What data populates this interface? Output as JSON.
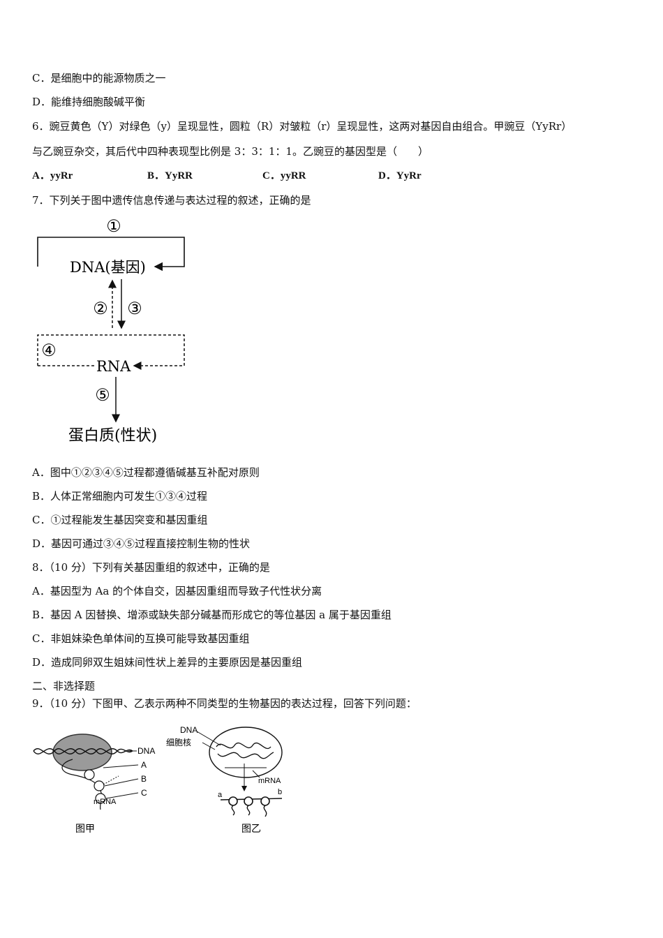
{
  "q5": {
    "c": "C．是细胞中的能源物质之一",
    "d": "D．能维持细胞酸碱平衡"
  },
  "q6": {
    "line1": "6．豌豆黄色（Y）对绿色（y）呈现显性，圆粒（R）对皱粒（r）呈现显性，这两对基因自由组合。甲豌豆（YyRr）",
    "line2": "与乙豌豆杂交，其后代中四种表现型比例是 3：3：1：1。乙豌豆的基因型是（　　）",
    "options": [
      "A．yyRr",
      "B．YyRR",
      "C．yyRR",
      "D．YyRr"
    ]
  },
  "q7": {
    "stem": "7．下列关于图中遗传信息传递与表达过程的叙述，正确的是",
    "diagram": {
      "n1": "①",
      "n2": "②",
      "n3": "③",
      "n4": "④",
      "n5": "⑤",
      "dna": "DNA(基因)",
      "rna": "RNA",
      "protein": "蛋白质(性状)"
    },
    "a": "A．图中①②③④⑤过程都遵循碱基互补配对原则",
    "b": "B．人体正常细胞内可发生①③④过程",
    "c": "C．①过程能发生基因突变和基因重组",
    "d": "D．基因可通过③④⑤过程直接控制生物的性状"
  },
  "q8": {
    "stem": "8．（10 分）下列有关基因重组的叙述中，正确的是",
    "a": "A．基因型为 Aa 的个体自交，因基因重组而导致子代性状分离",
    "b": "B．基因 A 因替换、增添或缺失部分碱基而形成它的等位基因 a 属于基因重组",
    "c": "C．非姐妹染色单体间的互换可能导致基因重组",
    "d": "D．造成同卵双生姐妹间性状上差异的主要原因是基因重组"
  },
  "section2": "二、非选择题",
  "q9": {
    "stem": "9．（10 分）下图甲、乙表示两种不同类型的生物基因的表达过程，回答下列问题：",
    "figA": {
      "dna": "DNA",
      "a": "A",
      "b": "B",
      "c": "C",
      "mrna": "mRNA",
      "caption": "图甲"
    },
    "figB": {
      "dna": "DNA",
      "nucleus": "细胞核",
      "mrna": "mRNA",
      "a": "a",
      "b": "b",
      "caption": "图乙"
    }
  }
}
